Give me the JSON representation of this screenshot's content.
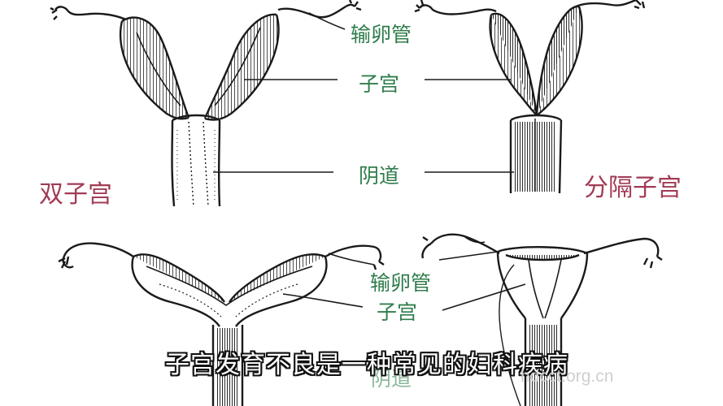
{
  "labels": {
    "fallopian_tube_top": "输卵管",
    "uterus_top": "子宫",
    "vagina_top": "阴道",
    "fallopian_tube_bottom": "输卵管",
    "uterus_bottom": "子宫",
    "vagina_bottom": "阴道"
  },
  "types": {
    "double_uterus": "双子宫",
    "septate_uterus": "分隔子宫"
  },
  "subtitle": "子宫发育不良是一种常见的妇科疾病",
  "watermark": "hdcct.org.cn",
  "colors": {
    "label_green": "#2f7d4c",
    "type_maroon": "#a23b55",
    "line_ink": "#1a1a1a"
  }
}
